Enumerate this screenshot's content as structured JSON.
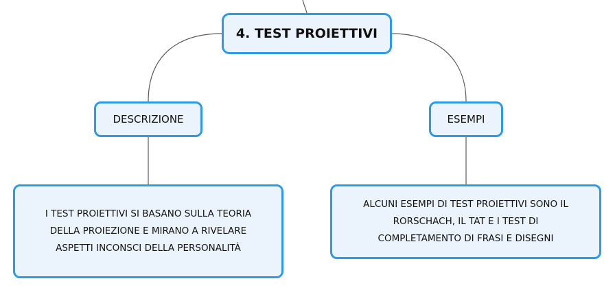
{
  "diagram": {
    "root": {
      "label": "4. TEST PROIETTIVI"
    },
    "branches": [
      {
        "label": "DESCRIZIONE",
        "detail": [
          "I TEST PROIETTIVI SI BASANO SULLA TEORIA",
          "DELLA PROIEZIONE E MIRANO A RIVELARE",
          "ASPETTI INCONSCI DELLA PERSONALITÀ"
        ]
      },
      {
        "label": "ESEMPI",
        "detail": [
          "ALCUNI ESEMPI DI TEST PROIETTIVI SONO IL",
          "RORSCHACH, IL TAT E I TEST DI",
          "COMPLETAMENTO DI FRASI E DISEGNI"
        ]
      }
    ]
  },
  "colors": {
    "node_border": "#2d9ae8",
    "node_fill": "#ebf4fc",
    "connector": "#5a5a5a"
  }
}
